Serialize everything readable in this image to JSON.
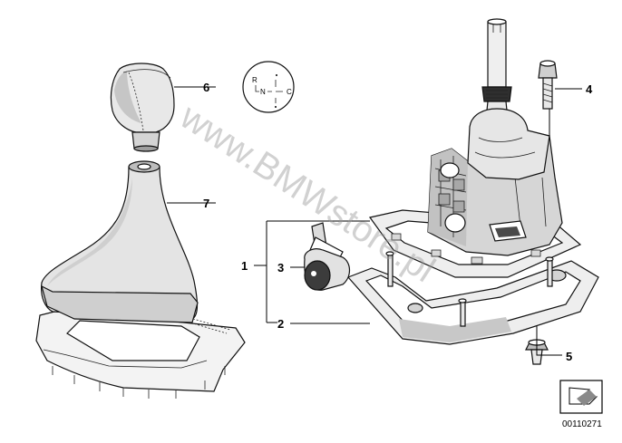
{
  "callouts": {
    "c1": "1",
    "c2": "2",
    "c3": "3",
    "c4": "4",
    "c5": "5",
    "c6": "6",
    "c7": "7"
  },
  "shift_pattern": {
    "r": "R",
    "n": "N",
    "c": "C"
  },
  "watermark": "www.BMWstore.pl",
  "reference_id": "00110271",
  "colors": {
    "line": "#111111",
    "watermark": "#9a9a9a",
    "part_fill": "#f4f4f4",
    "shade": "#bdbdbd"
  }
}
